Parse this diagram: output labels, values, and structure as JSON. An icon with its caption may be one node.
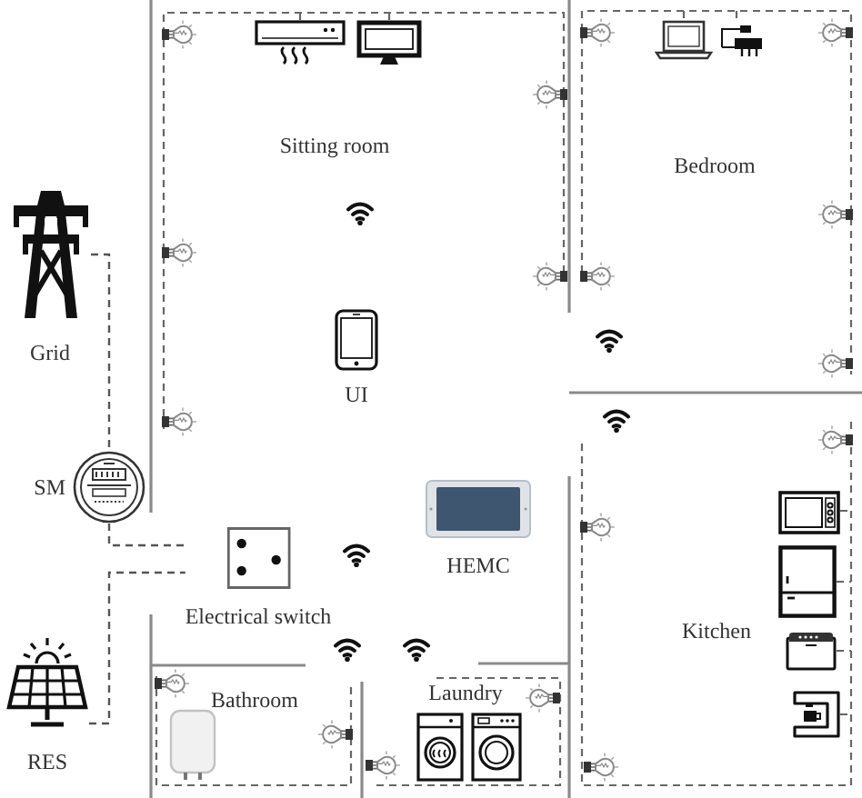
{
  "diagram": {
    "nodes": [
      {
        "text": [
          "Sitting room"
        ]
      },
      {
        "text": [
          "Bedroom"
        ]
      },
      {
        "text": [
          "Grid"
        ]
      },
      {
        "text": [
          "UI"
        ]
      },
      {
        "text": [
          "SM"
        ]
      },
      {
        "text": [
          "HEMC"
        ]
      },
      {
        "text": [
          "Electrical switch"
        ]
      },
      {
        "text": [
          "Kitchen"
        ]
      },
      {
        "text": [
          "Laundry"
        ]
      },
      {
        "text": [
          "Bathroom"
        ]
      },
      {
        "text": [
          "RES"
        ]
      }
    ],
    "edges": [
      {
        "from": 2,
        "to": 4,
        "arrow": "none",
        "style": "dashed"
      },
      {
        "from": 4,
        "to": 6,
        "arrow": "none",
        "style": "dashed"
      },
      {
        "from": 10,
        "to": 6,
        "arrow": "none",
        "style": "dashed"
      }
    ]
  }
}
